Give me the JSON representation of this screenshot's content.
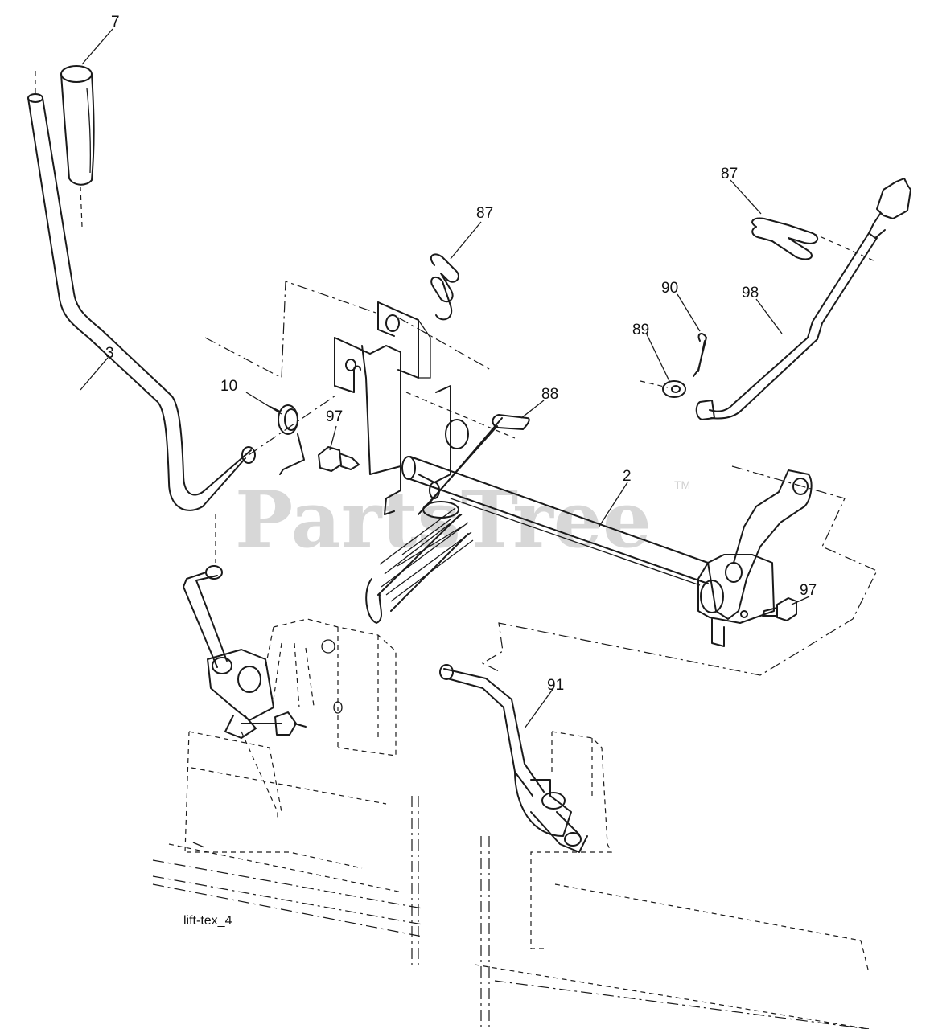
{
  "watermark": {
    "text": "PartsTree",
    "trademark": "TM"
  },
  "caption": "lift-tex_4",
  "callouts": [
    {
      "id": "c7",
      "label": "7"
    },
    {
      "id": "c3",
      "label": "3"
    },
    {
      "id": "c10",
      "label": "10"
    },
    {
      "id": "c97a",
      "label": "97"
    },
    {
      "id": "c87a",
      "label": "87"
    },
    {
      "id": "c88",
      "label": "88"
    },
    {
      "id": "c2",
      "label": "2"
    },
    {
      "id": "c87b",
      "label": "87"
    },
    {
      "id": "c90",
      "label": "90"
    },
    {
      "id": "c98",
      "label": "98"
    },
    {
      "id": "c89",
      "label": "89"
    },
    {
      "id": "c97b",
      "label": "97"
    },
    {
      "id": "c91",
      "label": "91"
    }
  ]
}
